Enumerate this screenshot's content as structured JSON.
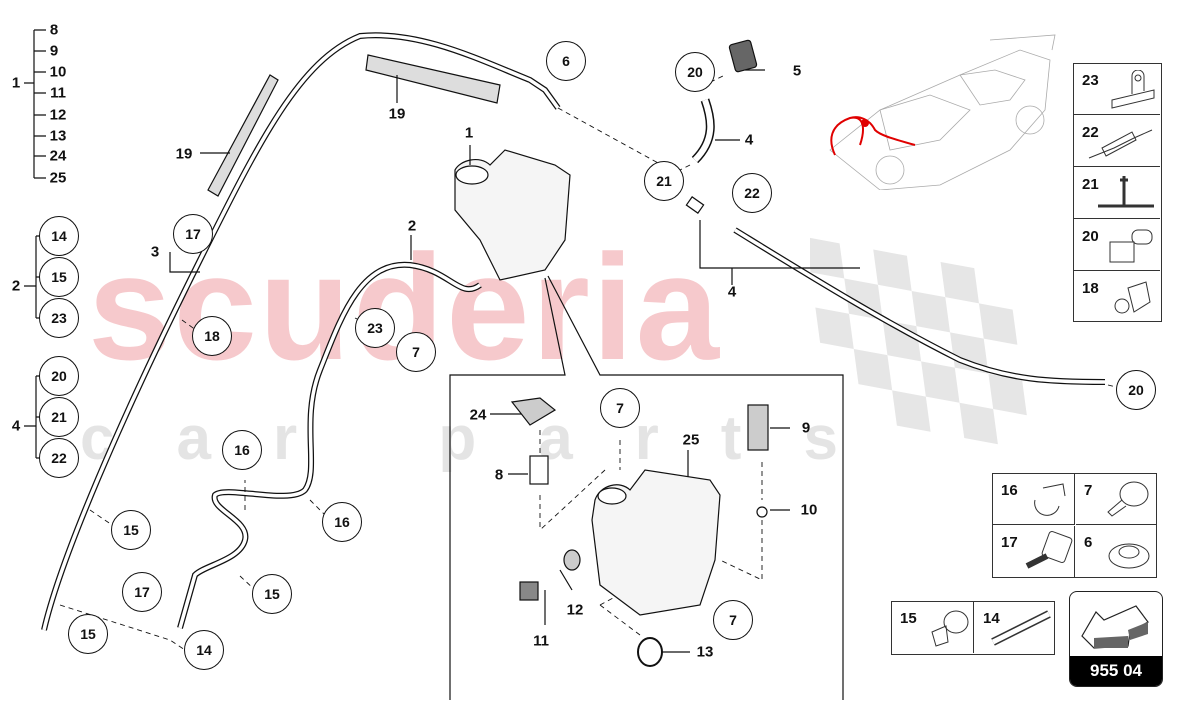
{
  "watermark": {
    "brand": "scuderia",
    "sub": "car parts"
  },
  "legend_groups": [
    {
      "parent": "1",
      "children": [
        "8",
        "9",
        "10",
        "11",
        "12",
        "13",
        "24",
        "25"
      ],
      "style": "plain"
    },
    {
      "parent": "2",
      "children": [
        "14",
        "15",
        "23"
      ],
      "style": "circled"
    },
    {
      "parent": "4",
      "children": [
        "20",
        "21",
        "22"
      ],
      "style": "circled"
    }
  ],
  "labels": {
    "l19a": "19",
    "l19b": "19",
    "l1": "1",
    "l2": "2",
    "l3": "3",
    "l4a": "4",
    "l4b": "4",
    "l5": "5",
    "l24": "24",
    "l8": "8",
    "l25": "25",
    "l9": "9",
    "l10": "10",
    "l11": "11",
    "l12": "12",
    "l13": "13"
  },
  "callouts": {
    "c6": "6",
    "c17a": "17",
    "c18": "18",
    "c23": "23",
    "c7a": "7",
    "c20a": "20",
    "c21": "21",
    "c22": "22",
    "c20b": "20",
    "c16a": "16",
    "c16b": "16",
    "c15a": "15",
    "c15b": "15",
    "c15c": "15",
    "c17b": "17",
    "c14": "14",
    "c7b": "7",
    "c7c": "7"
  },
  "parts_table_right": [
    "23",
    "22",
    "21",
    "20",
    "18"
  ],
  "parts_table_bottom": {
    "r1": [
      "16",
      "7"
    ],
    "r2": [
      "17",
      "6"
    ]
  },
  "parts_table_small": [
    "15",
    "14"
  ],
  "reference": {
    "code": "955 04"
  },
  "colors": {
    "watermark_red": "#f6c9cc",
    "harness_red": "#e00000",
    "line": "#111111"
  }
}
